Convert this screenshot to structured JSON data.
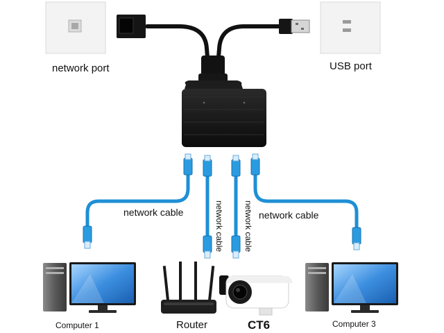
{
  "labels": {
    "network_port": "network port",
    "usb_port": "USB port",
    "network_cable_left": "network cable",
    "network_cable_right": "network cable",
    "network_cable_v1": "network cable",
    "network_cable_v2": "network cable",
    "computer_1": "Computer 1",
    "router": "Router",
    "ct6": "CT6",
    "computer_3": "Computer 3"
  },
  "colors": {
    "cable_blue": "#1e8fd6",
    "connector_blue": "#2a9be0",
    "splitter_black": "#141414",
    "wall_plate": "#f2f2f2",
    "monitor_screen": "#4a9ee6"
  },
  "icons": {
    "wall_network_port": "rj45-wall-plate-icon",
    "wall_usb_port": "usb-wall-plate-icon",
    "splitter": "network-splitter-icon",
    "computer": "desktop-computer-icon",
    "router": "router-icon",
    "camera": "bullet-camera-icon"
  }
}
